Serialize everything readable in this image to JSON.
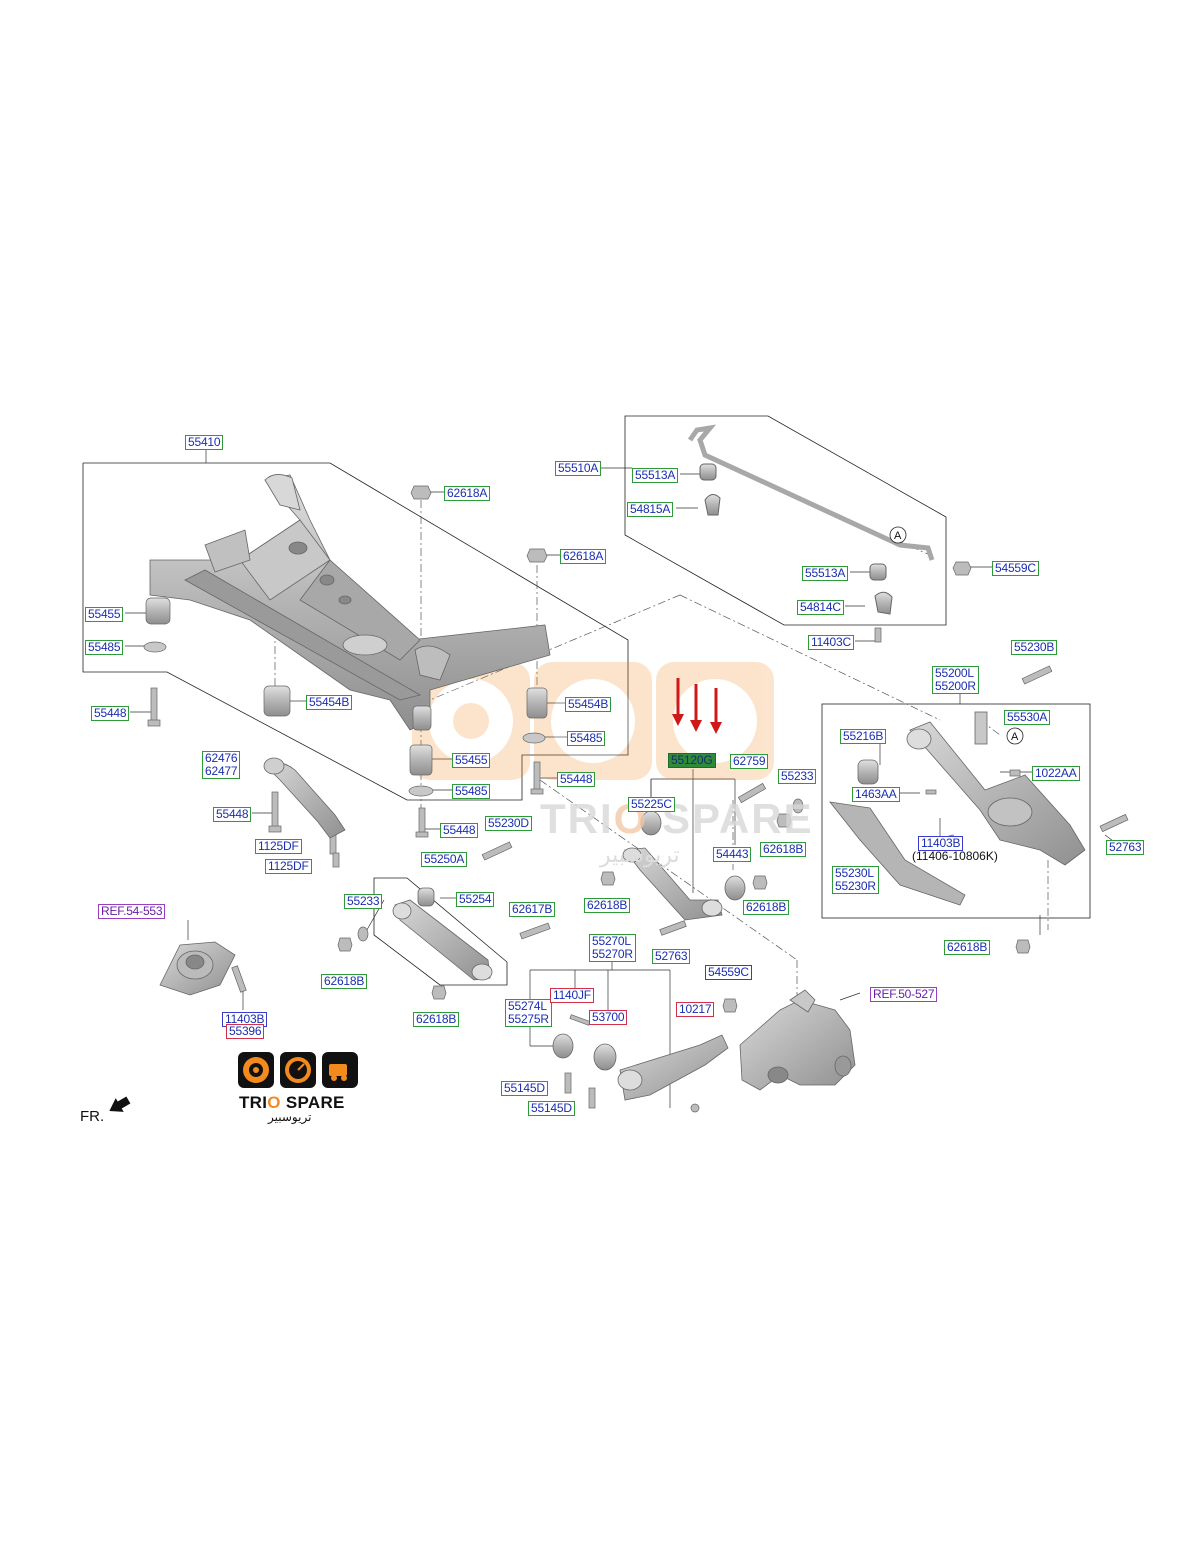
{
  "labels": [
    {
      "text": "55410",
      "style": "green"
    },
    {
      "text": "62618A",
      "style": "green"
    },
    {
      "text": "62618A",
      "style": "green"
    },
    {
      "text": "55455",
      "style": "green"
    },
    {
      "text": "55485",
      "style": "green"
    },
    {
      "text": "55448",
      "style": "green"
    },
    {
      "text": "55454B",
      "style": "green"
    },
    {
      "text": "55454B",
      "style": "green"
    },
    {
      "text": "55485",
      "style": "green"
    },
    {
      "text": "55455",
      "style": "green"
    },
    {
      "text": "55485",
      "style": "green"
    },
    {
      "text": "55448",
      "style": "green"
    },
    {
      "text": "62476\n62477",
      "style": "green"
    },
    {
      "text": "55448",
      "style": "green"
    },
    {
      "text": "1125DF",
      "style": "green"
    },
    {
      "text": "1125DF",
      "style": "green"
    },
    {
      "text": "55448",
      "style": "green"
    },
    {
      "text": "55230D",
      "style": "green"
    },
    {
      "text": "55250A",
      "style": "green"
    },
    {
      "text": "55233",
      "style": "green"
    },
    {
      "text": "55254",
      "style": "green"
    },
    {
      "text": "62617B",
      "style": "green"
    },
    {
      "text": "62618B",
      "style": "green"
    },
    {
      "text": "62618B",
      "style": "green"
    },
    {
      "text": "REF.54-553",
      "style": "purple"
    },
    {
      "text": "11403B",
      "style": "blue"
    },
    {
      "text": "55396",
      "style": "red"
    },
    {
      "text": "55510A",
      "style": "green"
    },
    {
      "text": "55513A",
      "style": "green"
    },
    {
      "text": "54815A",
      "style": "green"
    },
    {
      "text": "55513A",
      "style": "green"
    },
    {
      "text": "54814C",
      "style": "green"
    },
    {
      "text": "11403C",
      "style": "green"
    },
    {
      "text": "54559C",
      "style": "green"
    },
    {
      "text": "55120G",
      "style": "highlight"
    },
    {
      "text": "62759",
      "style": "green"
    },
    {
      "text": "55225C",
      "style": "green"
    },
    {
      "text": "55233",
      "style": "green"
    },
    {
      "text": "54443",
      "style": "green"
    },
    {
      "text": "62618B",
      "style": "green"
    },
    {
      "text": "62618B",
      "style": "green"
    },
    {
      "text": "62618B",
      "style": "green"
    },
    {
      "text": "52763",
      "style": "green"
    },
    {
      "text": "55270L\n55270R",
      "style": "green"
    },
    {
      "text": "55274L\n55275R",
      "style": "green"
    },
    {
      "text": "1140JF",
      "style": "red"
    },
    {
      "text": "53700",
      "style": "red"
    },
    {
      "text": "10217",
      "style": "red"
    },
    {
      "text": "54559C",
      "style": "blue"
    },
    {
      "text": "55145D",
      "style": "green"
    },
    {
      "text": "55145D",
      "style": "green"
    },
    {
      "text": "REF.50-527",
      "style": "purple"
    },
    {
      "text": "55230B",
      "style": "green"
    },
    {
      "text": "55200L\n55200R",
      "style": "green"
    },
    {
      "text": "55216B",
      "style": "green"
    },
    {
      "text": "55530A",
      "style": "green"
    },
    {
      "text": "1022AA",
      "style": "green"
    },
    {
      "text": "1463AA",
      "style": "green"
    },
    {
      "text": "11403B",
      "style": "blue"
    },
    {
      "text": "55230L\n55230R",
      "style": "green"
    },
    {
      "text": "52763",
      "style": "green"
    },
    {
      "text": "62618B",
      "style": "green"
    }
  ],
  "notes": {
    "note_11406": "(11406-10806K)",
    "circle_a_1": "A",
    "circle_a_2": "A",
    "fr": "FR."
  },
  "watermark": {
    "brand_a": "TRI",
    "brand_o": "O",
    "brand_b": " SPARE",
    "arabic": "تريوسبير"
  },
  "logo": {
    "brand_a": "TRI",
    "brand_o": "O",
    "brand_b": " SPARE",
    "arabic": "تريوسبير"
  },
  "colors": {
    "label_text": "#1a2fb0",
    "label_border_green": "#2f9a3a",
    "label_border_red": "#d0304a",
    "label_border_purple": "#9a3fc0",
    "highlight": "#2f8a3a",
    "arrow": "#d01818",
    "part_gray": "#b8b8b8"
  }
}
